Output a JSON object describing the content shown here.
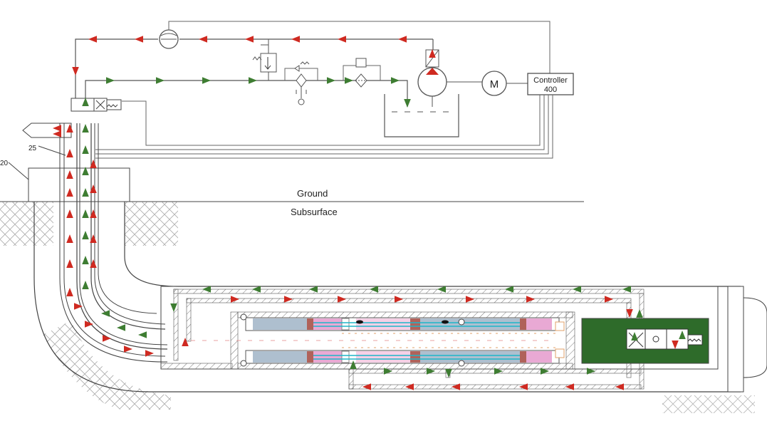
{
  "labels": {
    "ground": "Ground",
    "subsurface": "Subsurface",
    "controller_line1": "Controller",
    "controller_line2": "400",
    "motor": "M",
    "ref_25": "25",
    "ref_20": "20"
  },
  "colors": {
    "supply_arrow": "#cf2a21",
    "return_arrow": "#3e7d32",
    "valve_block": "#2e6b2a",
    "piston_blue": "#aebfcf",
    "piston_pink": "#e9a9d4",
    "seal_brown": "#b0625a",
    "rod_cyan": "#1fb6c8"
  }
}
